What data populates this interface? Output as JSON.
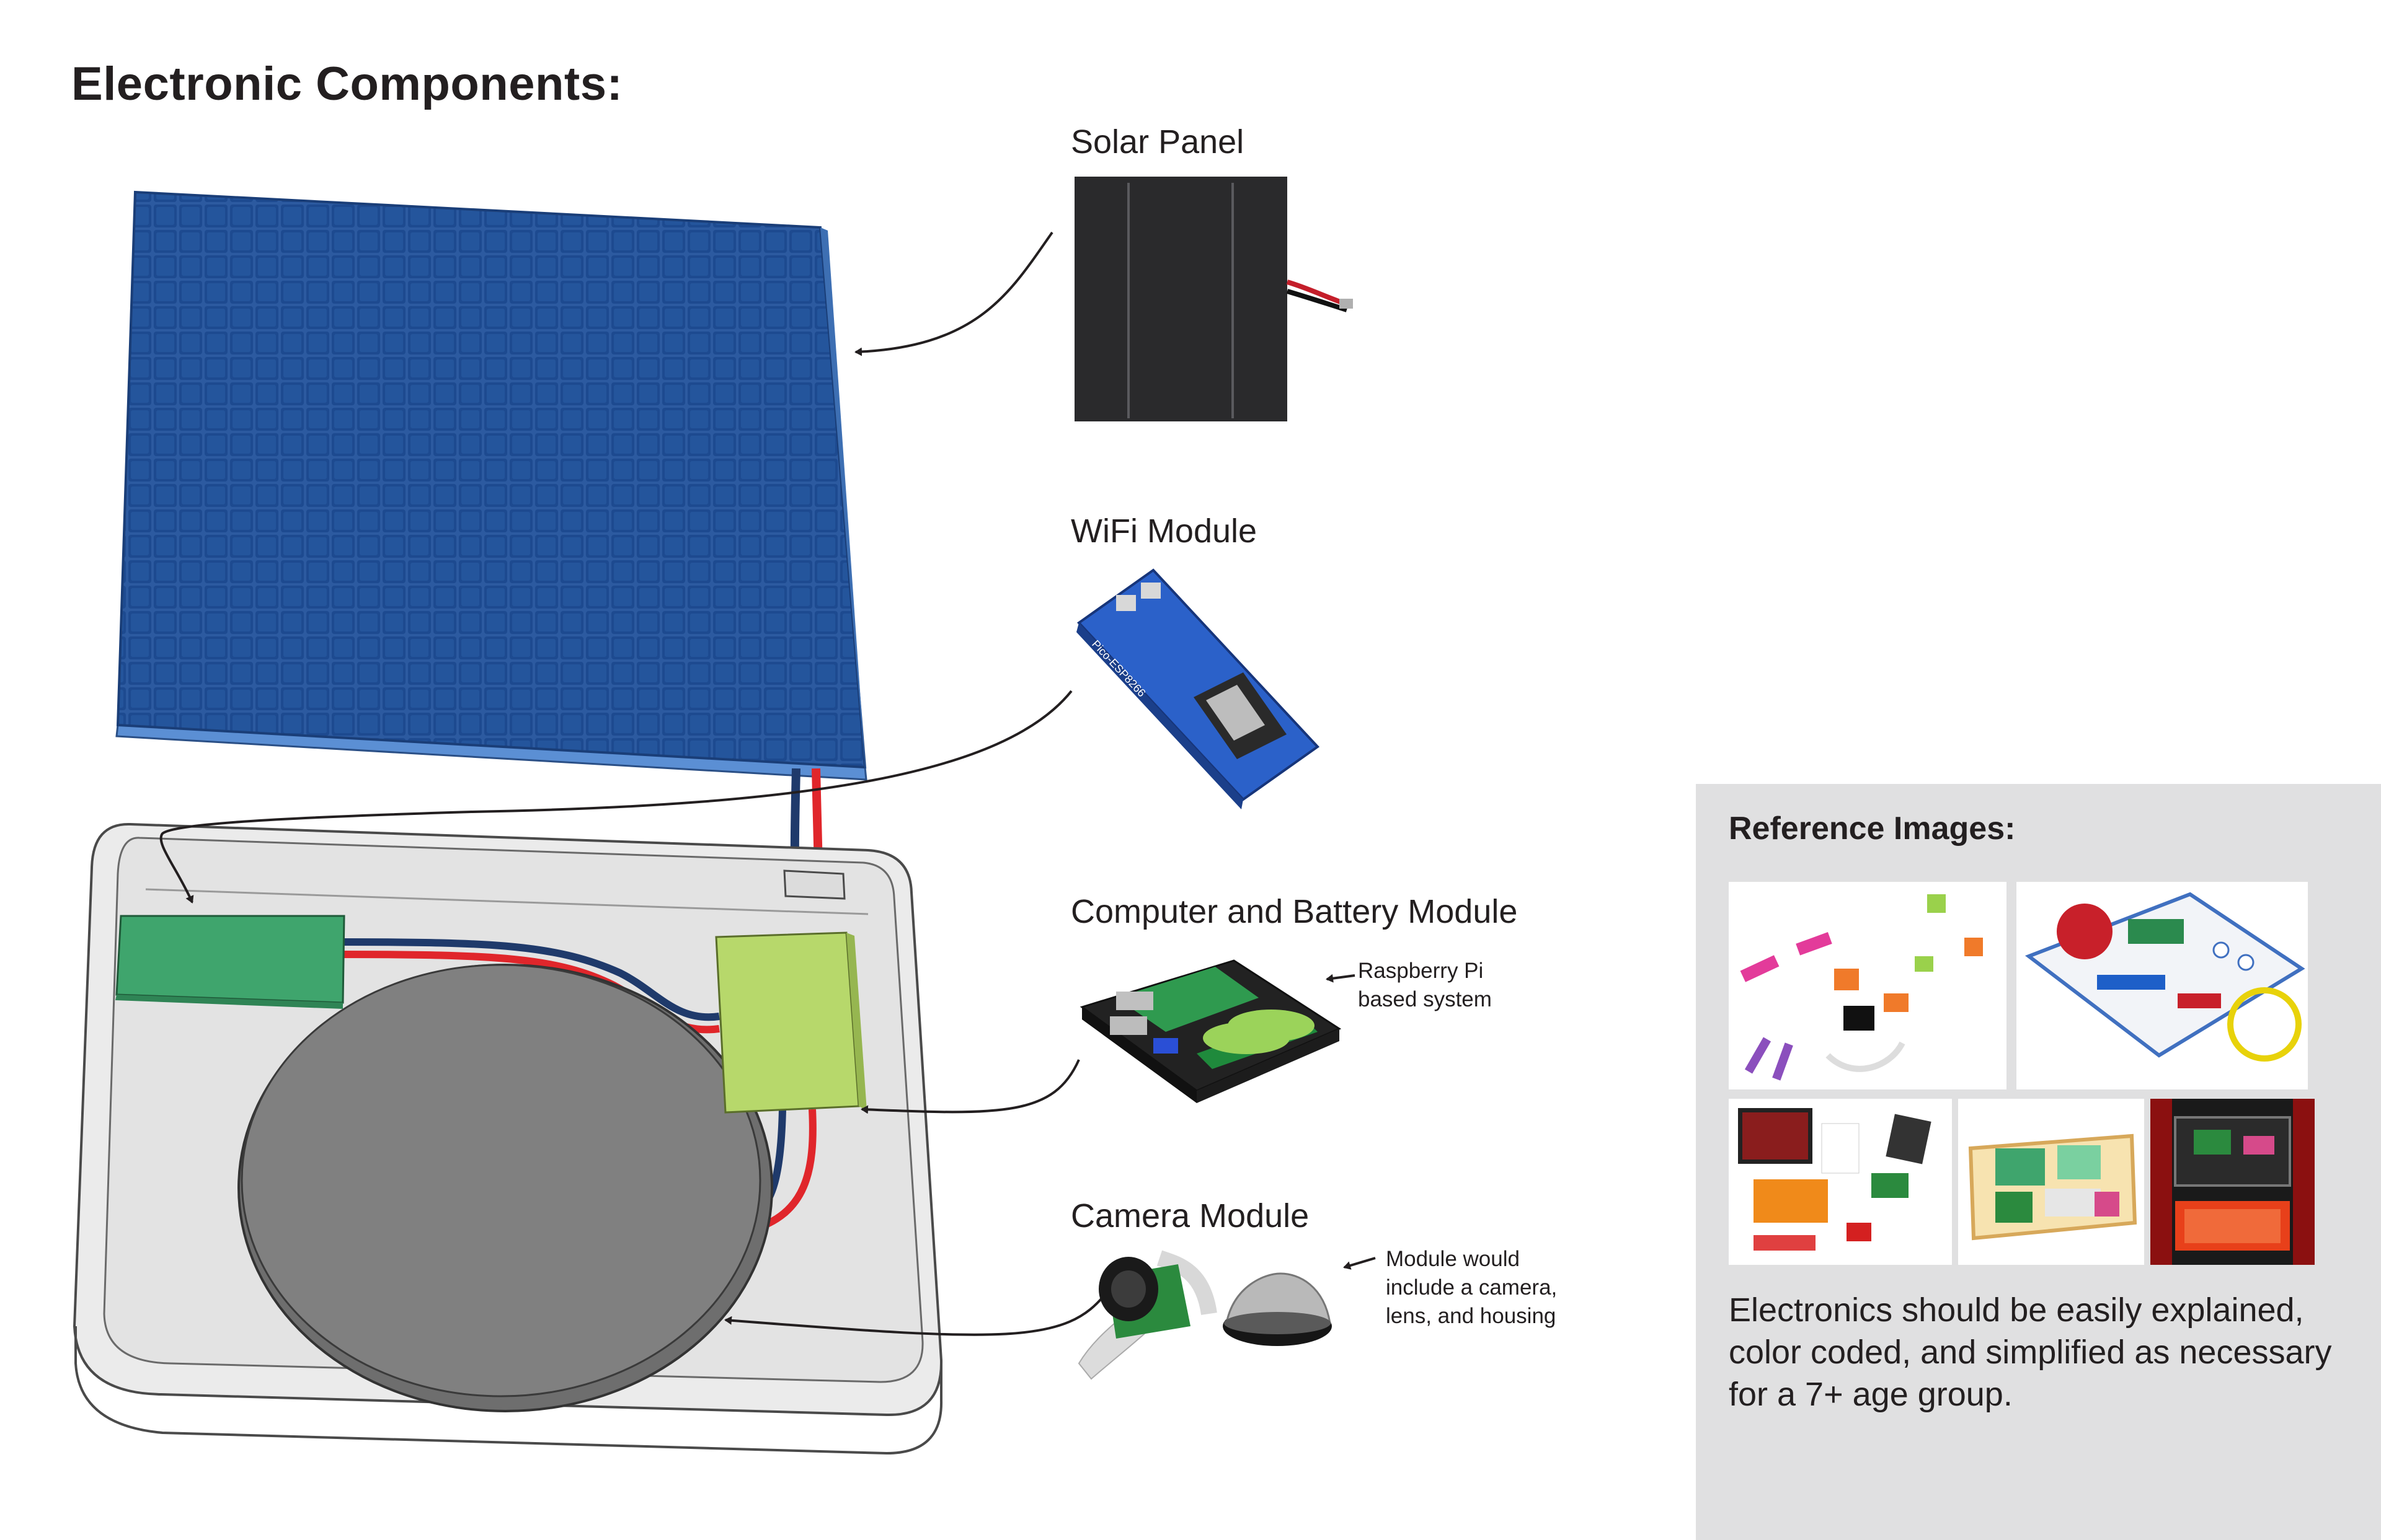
{
  "title": "Electronic Components:",
  "components": {
    "solar_panel": {
      "label": "Solar Panel"
    },
    "wifi_module": {
      "label": "WiFi Module",
      "board_text": "Pico-ESP8266"
    },
    "computer_module": {
      "label": "Computer and Battery Module",
      "note": "Raspberry Pi based system"
    },
    "camera_module": {
      "label": "Camera Module",
      "note": "Module would include a camera, lens, and housing"
    }
  },
  "reference": {
    "title": "Reference Images:",
    "caption": "Electronics should be easily explained, color coded, and simplified as necessary for a 7+ age group."
  },
  "colors": {
    "panel_blue": "#1d4e94",
    "module_green": "#3fa56d",
    "module_lime": "#b7d86b",
    "wire_red": "#e0262b",
    "wire_navy": "#1f3a6b",
    "lens_gray": "#808080",
    "ref_background": "#e0e0e1"
  },
  "icons": [
    "arrow-icon"
  ]
}
